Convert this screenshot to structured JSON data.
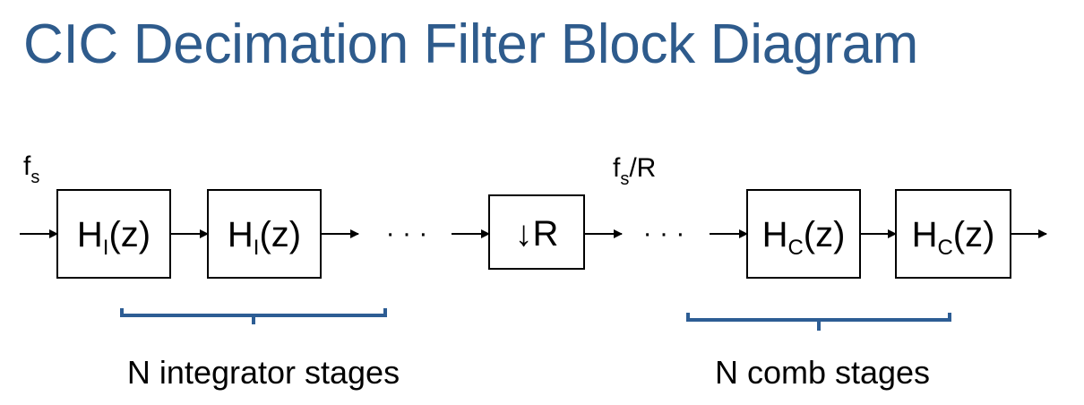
{
  "title": "CIC Decimation Filter Block Diagram",
  "colors": {
    "title": "#2e5b8c",
    "bracket": "#2d5d94",
    "line": "#000000",
    "box_fill": "#ffffff"
  },
  "diagram": {
    "input_rate": {
      "base": "f",
      "sub": "s"
    },
    "output_rate": {
      "base": "f",
      "sub": "s",
      "suffix": "/R"
    },
    "blocks": [
      {
        "base": "H",
        "sub": "I",
        "arg": "(z)"
      },
      {
        "base": "H",
        "sub": "I",
        "arg": "(z)"
      },
      {
        "label": "↓R"
      },
      {
        "base": "H",
        "sub": "C",
        "arg": "(z)"
      },
      {
        "base": "H",
        "sub": "C",
        "arg": "(z)"
      }
    ],
    "ellipsis": "· · ·",
    "integrator_label": "N integrator stages",
    "comb_label": "N comb stages"
  }
}
